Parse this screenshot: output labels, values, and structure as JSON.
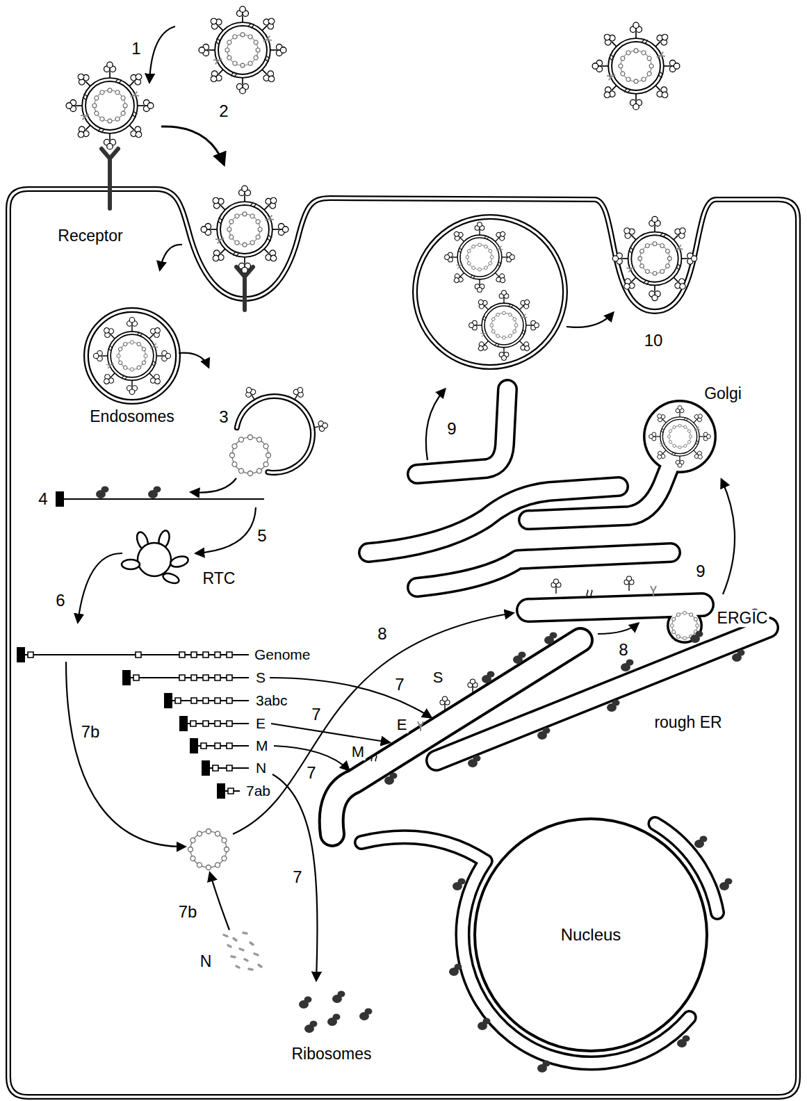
{
  "diagram": {
    "nodes": [
      {
        "text": [
          "Nucleus"
        ]
      }
    ],
    "labels": [
      "1",
      "2",
      "Receptor",
      "10",
      "Endosomes",
      "Golgi",
      "3",
      "9",
      "4",
      "5",
      "RTC",
      "9",
      "6",
      "ERGIC",
      "8",
      "8",
      "Genome",
      "S",
      "S",
      "7",
      "3abc",
      "7",
      "E",
      "rough ER",
      "E",
      "7b",
      "M",
      "M",
      "N",
      "7",
      "7ab",
      "7",
      "7b",
      "N",
      "Ribosomes"
    ]
  }
}
